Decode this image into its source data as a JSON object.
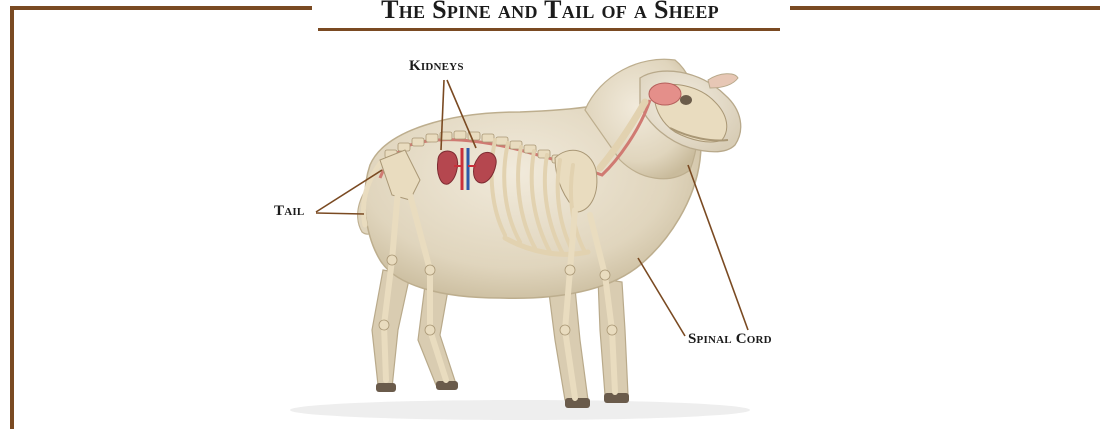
{
  "title": "The Spine and Tail of a Sheep",
  "labels": {
    "kidneys": "Kidneys",
    "tail": "Tail",
    "spinal_cord": "Spinal Cord"
  },
  "colors": {
    "frame": "#7a4a22",
    "leader_line": "#7a4a22",
    "wool": "#e6ddc9",
    "bone": "#e9dcbf",
    "kidney": "#b5474f",
    "spinal_cord": "#d07a72",
    "brain": "#e48f8a",
    "artery": "#c9303a",
    "vein": "#2f58a8"
  }
}
